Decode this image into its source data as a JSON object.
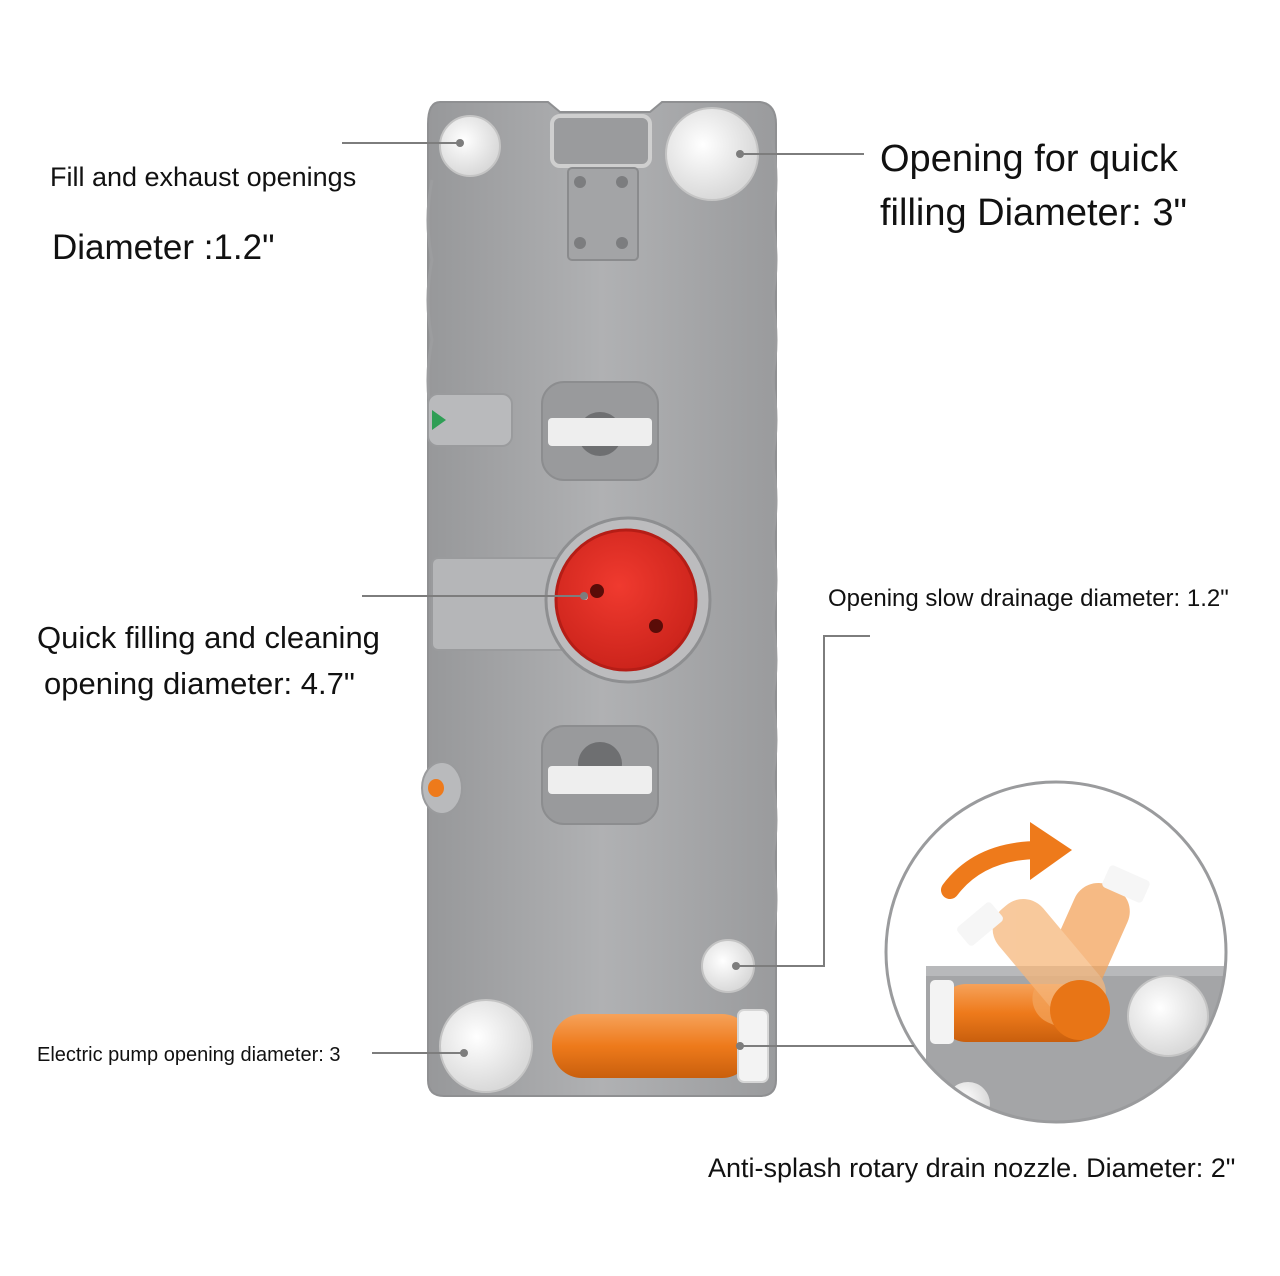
{
  "labels": {
    "fill_exhaust_line1": "Fill and exhaust openings",
    "fill_exhaust_line2": "Diameter :1.2\"",
    "quick_fill_line1": "Opening for quick",
    "quick_fill_line2": "filling Diameter: 3\"",
    "quick_clean_line1": "Quick filling and cleaning",
    "quick_clean_line2": "opening diameter: 4.7\"",
    "slow_drain": "Opening slow drainage diameter: 1.2\"",
    "electric_pump": "Electric pump opening diameter: 3",
    "drain_nozzle": "Anti-splash rotary drain nozzle. Diameter: 2\""
  },
  "colors": {
    "tank_body": "#a9aaab",
    "tank_edge": "#8f9092",
    "cap_white": "#f2f2f2",
    "cap_red": "#e02a22",
    "nozzle_orange": "#ee7a1b",
    "leader_line": "#7d7d7d"
  },
  "icons": {
    "rotation_arrow": "curved-arrow-icon",
    "level_indicator": "triangle-icon"
  }
}
